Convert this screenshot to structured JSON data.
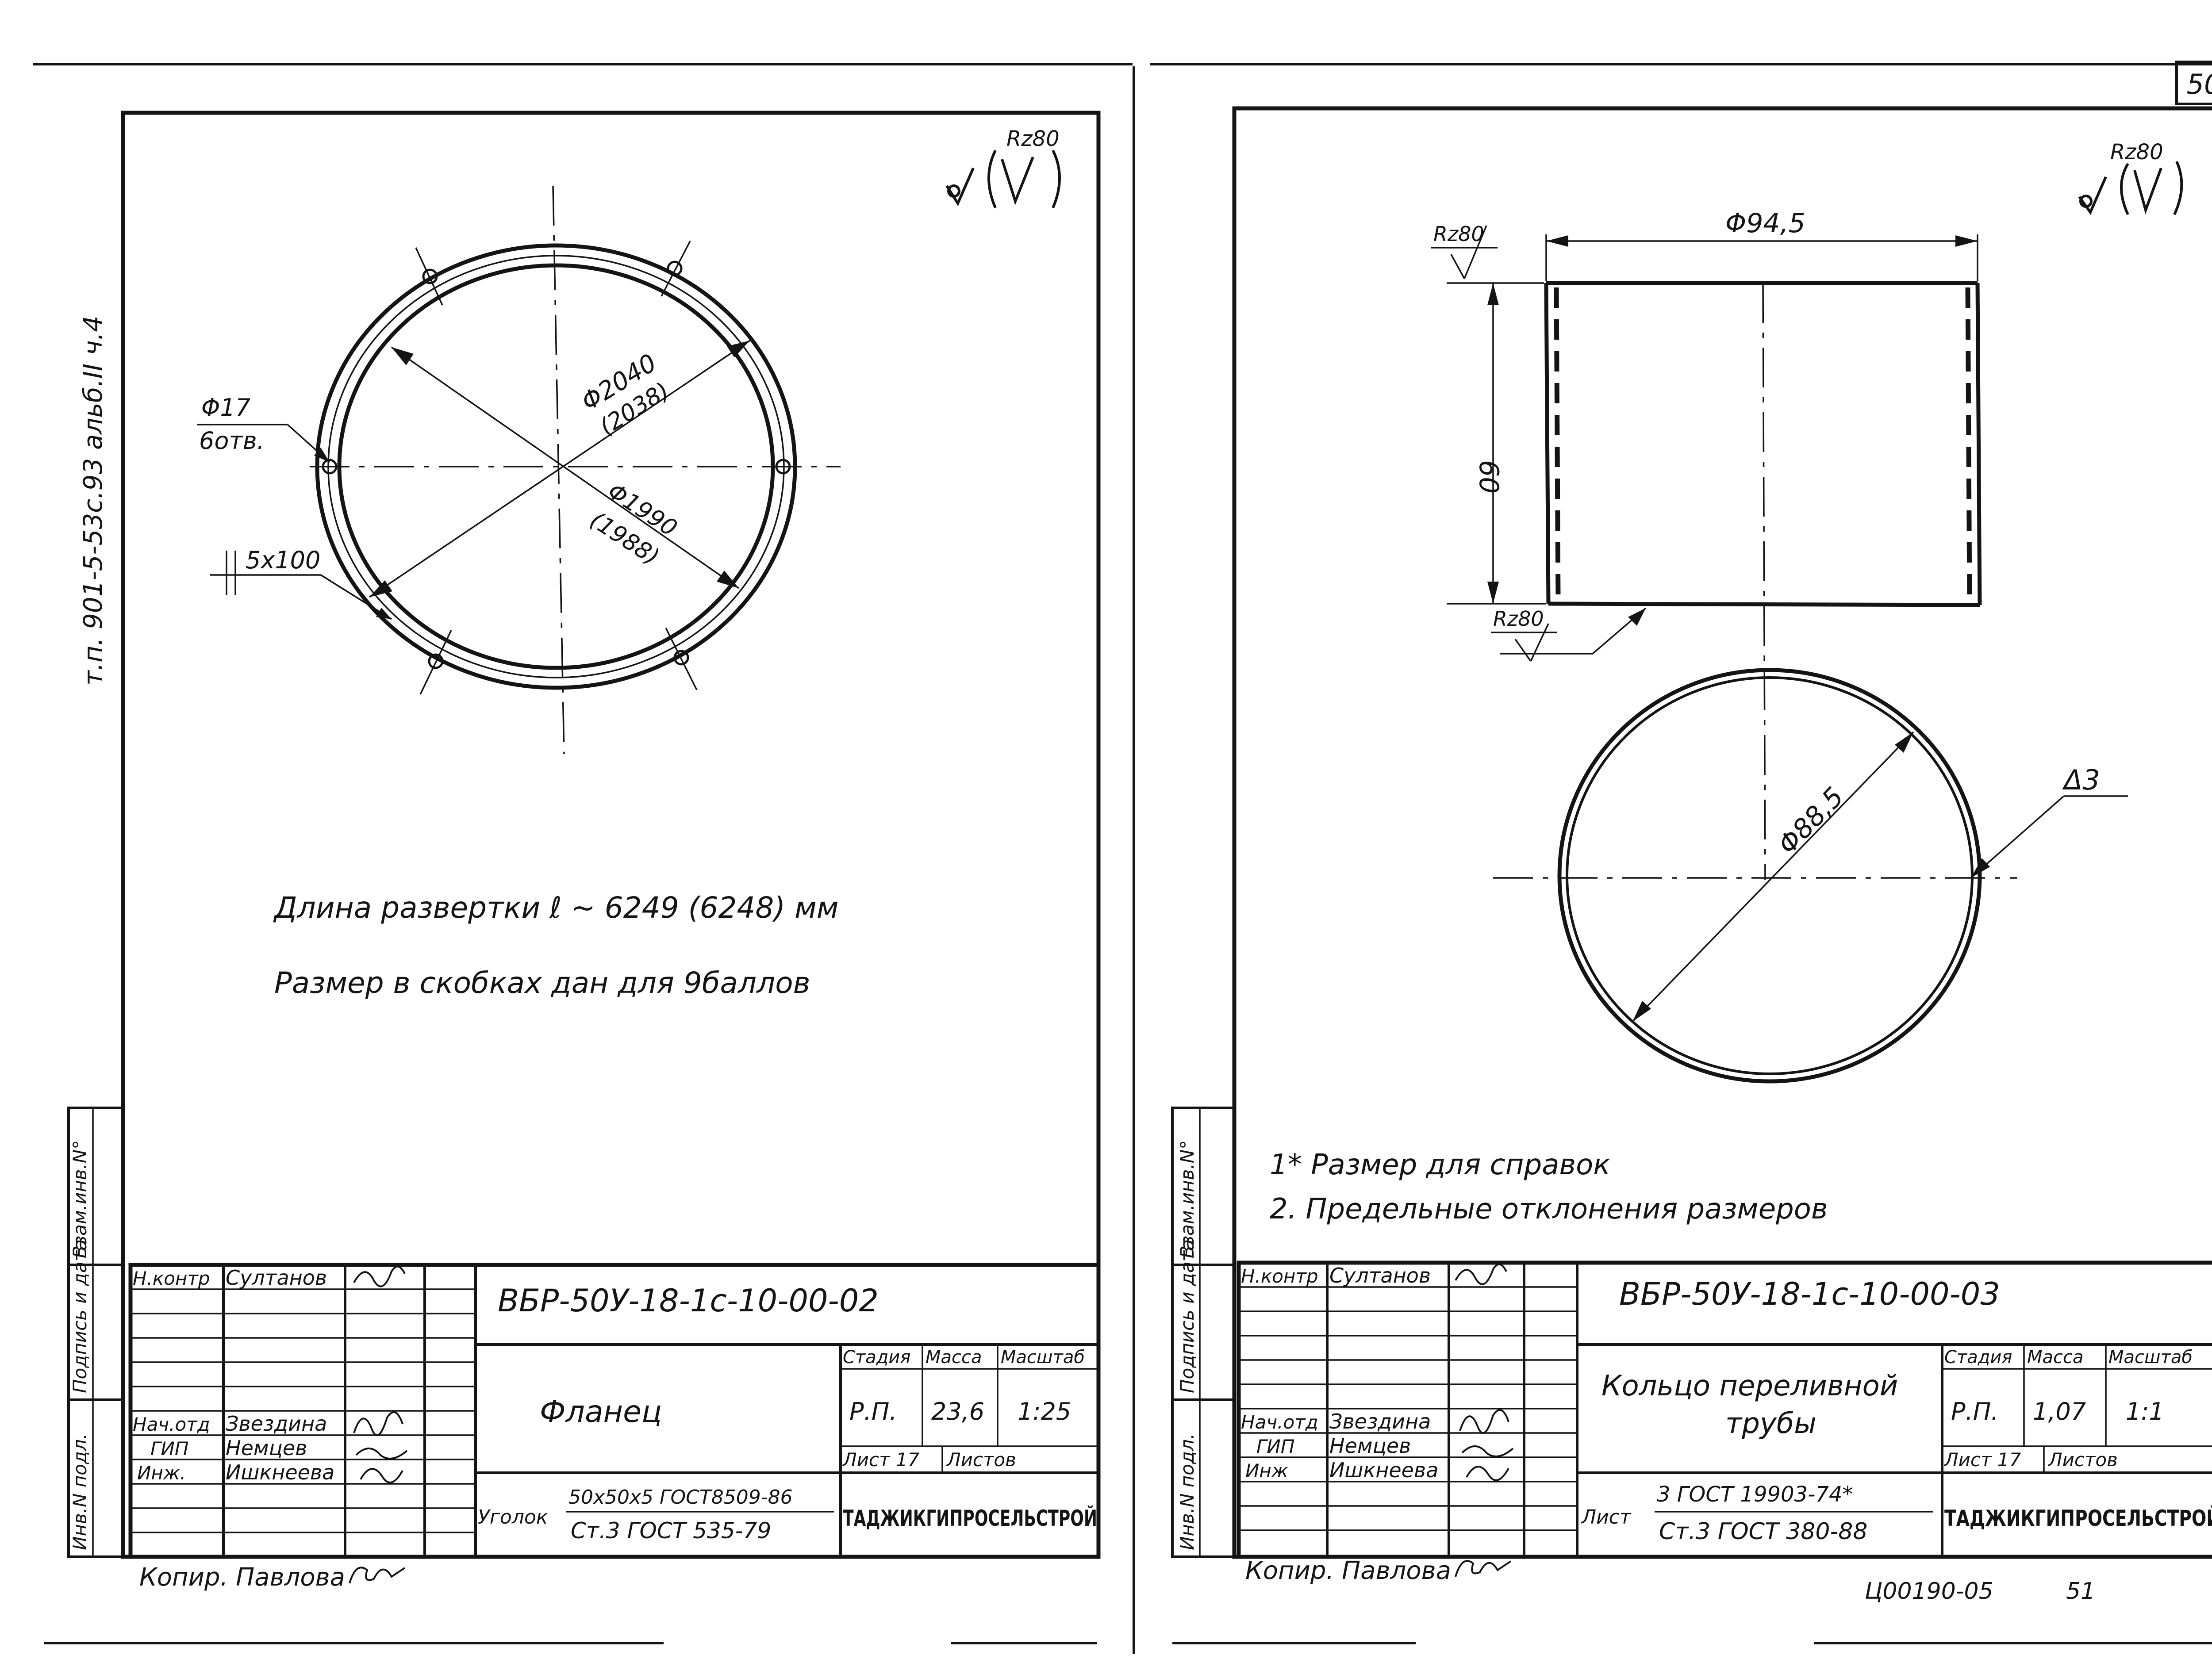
{
  "page_number": "50",
  "left_sheet": {
    "side_stamp": "т.п. 901-5-53с.93  альб.II  ч.4",
    "roughness": {
      "label": "Rz80"
    },
    "callouts": {
      "holes_dia": "Φ17",
      "holes_count": "6отв.",
      "flange_profile": "5x100",
      "outer_dia": "Φ2040",
      "outer_dia_alt": "(2038)",
      "inner_dia": "Φ1990",
      "inner_dia_alt": "(1988)"
    },
    "notes": [
      "Длина развертки ℓ ~ 6249 (6248) мм",
      "Размер в скобках дан для 9баллов"
    ],
    "side_columns": [
      "Инв.N подл.",
      "Подпись и дата",
      "Взам.инв.N°"
    ],
    "title_block": {
      "roles": [
        "Н.контр",
        "Нач.отд",
        "ГИП",
        "Инж."
      ],
      "names": [
        "Султанов",
        "Звездина",
        "Немцев",
        "Ишкнеева"
      ],
      "designation": "ВБР-50У-18-1с-10-00-02",
      "part_name": "Фланец",
      "headers": [
        "Стадия",
        "Масса",
        "Масштаб"
      ],
      "stage": "Р.П.",
      "mass": "23,6",
      "scale": "1:25",
      "sheet": "Лист 17",
      "sheets": "Листов",
      "material_prefix": "Уголок",
      "material_top": "50x50x5 ГОСТ8509-86",
      "material_bottom": "Ст.3 ГОСТ 535-79",
      "company": "ТАДЖИКГИПРОСЕЛЬСТРОЙ"
    },
    "copied_by": "Копир. Павлова"
  },
  "right_sheet": {
    "roughness": {
      "label": "Rz80"
    },
    "callouts": {
      "length_dia": "Φ94,5",
      "height": "60",
      "rz_top": "Rz80",
      "rz_bottom": "Rz80",
      "ring_dia": "Φ88,5",
      "thickness": "Δ3"
    },
    "notes": [
      "1* Размер для справок",
      "2. Предельные отклонения размеров"
    ],
    "side_columns": [
      "Инв.N подл.",
      "Подпись и дата",
      "Взам.инв.N°"
    ],
    "title_block": {
      "roles": [
        "Н.контр",
        "Нач.отд",
        "ГИП",
        "Инж"
      ],
      "names": [
        "Султанов",
        "Звездина",
        "Немцев",
        "Ишкнеева"
      ],
      "designation": "ВБР-50У-18-1с-10-00-03",
      "part_name_line1": "Кольцо переливной",
      "part_name_line2": "трубы",
      "headers": [
        "Стадия",
        "Масса",
        "Масштаб"
      ],
      "stage": "Р.П.",
      "mass": "1,07",
      "scale": "1:1",
      "sheet": "Лист 17",
      "sheets": "Листов",
      "material_prefix": "Лист",
      "material_top": "3 ГОСТ 19903-74*",
      "material_bottom": "Ст.3 ГОСТ 380-88",
      "company": "ТАДЖИКГИПРОСЕЛЬСТРОЙ"
    },
    "copied_by": "Копир. Павлова",
    "bottom_code": "Ц00190-05",
    "bottom_page": "51"
  }
}
